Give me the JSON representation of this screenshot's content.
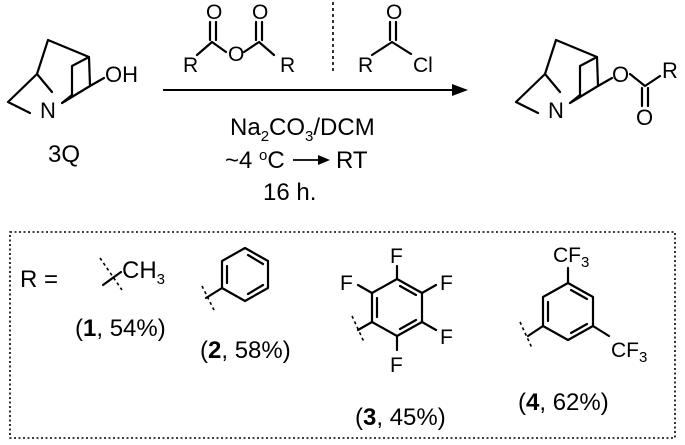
{
  "reaction": {
    "reactant": {
      "hydroxyl": "OH",
      "nitrogen": "N",
      "label": "3Q"
    },
    "anhydride": {
      "r_left": "R",
      "r_right": "R",
      "o_top_left": "O",
      "o_bridge": "O",
      "o_top_right": "O"
    },
    "acid_chloride": {
      "r": "R",
      "o_top": "O",
      "cl": "Cl"
    },
    "conditions": {
      "line1_a": "Na",
      "line1_sub": "2",
      "line1_b": "CO",
      "line1_sub2": "3",
      "line1_c": "/DCM",
      "line2_a": "~4 ",
      "line2_sup": "o",
      "line2_b": "C",
      "line2_c": "RT",
      "line3": "16 h."
    },
    "product": {
      "nitrogen": "N",
      "ester_o": "O",
      "carbonyl_o": "O",
      "r": "R"
    }
  },
  "substituents": {
    "r_equals": "R =",
    "s1": {
      "label_num": "1",
      "label_rest": ", 54%)",
      "group": "CH",
      "group_sub": "3"
    },
    "s2": {
      "label_num": "2",
      "label_rest": ", 58%)"
    },
    "s3": {
      "label_num": "3",
      "label_rest": ", 45%)",
      "f": "F"
    },
    "s4": {
      "label_num": "4",
      "label_rest": ", 62%)",
      "cf": "CF",
      "cf_sub": "3"
    }
  }
}
